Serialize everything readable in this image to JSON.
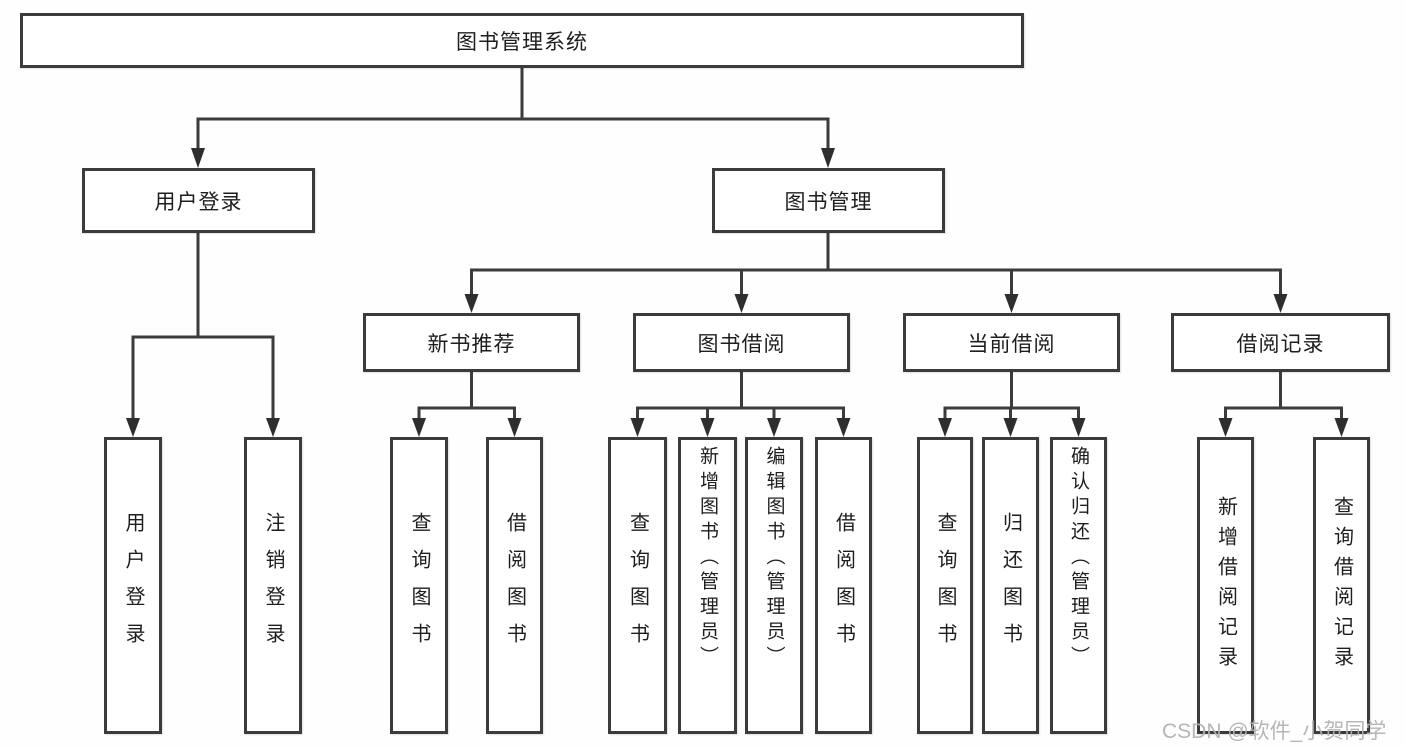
{
  "diagram": {
    "title_node": "图书管理系统",
    "level2": {
      "user_login": "用户登录",
      "book_management": "图书管理"
    },
    "level3": {
      "new_book_recommend": "新书推荐",
      "book_borrow": "图书借阅",
      "current_borrow": "当前借阅",
      "borrow_records": "借阅记录"
    },
    "leaves": {
      "user_login": [
        "用户登录",
        "注销登录"
      ],
      "new_book_recommend": [
        "查询图书",
        "借阅图书"
      ],
      "book_borrow": [
        "查询图书",
        "新增图书（管理员）",
        "编辑图书（管理员）",
        "借阅图书"
      ],
      "current_borrow": [
        "查询图书",
        "归还图书",
        "确认归还（管理员）"
      ],
      "borrow_records": [
        "新增借阅记录",
        "查询借阅记录"
      ]
    },
    "colors": {
      "line": "#3b3b3b",
      "text": "#1e1e1e",
      "box_background": "#ffffff",
      "watermark": "#b2b2b2"
    },
    "watermark": "CSDN @软件_小贺同学"
  }
}
